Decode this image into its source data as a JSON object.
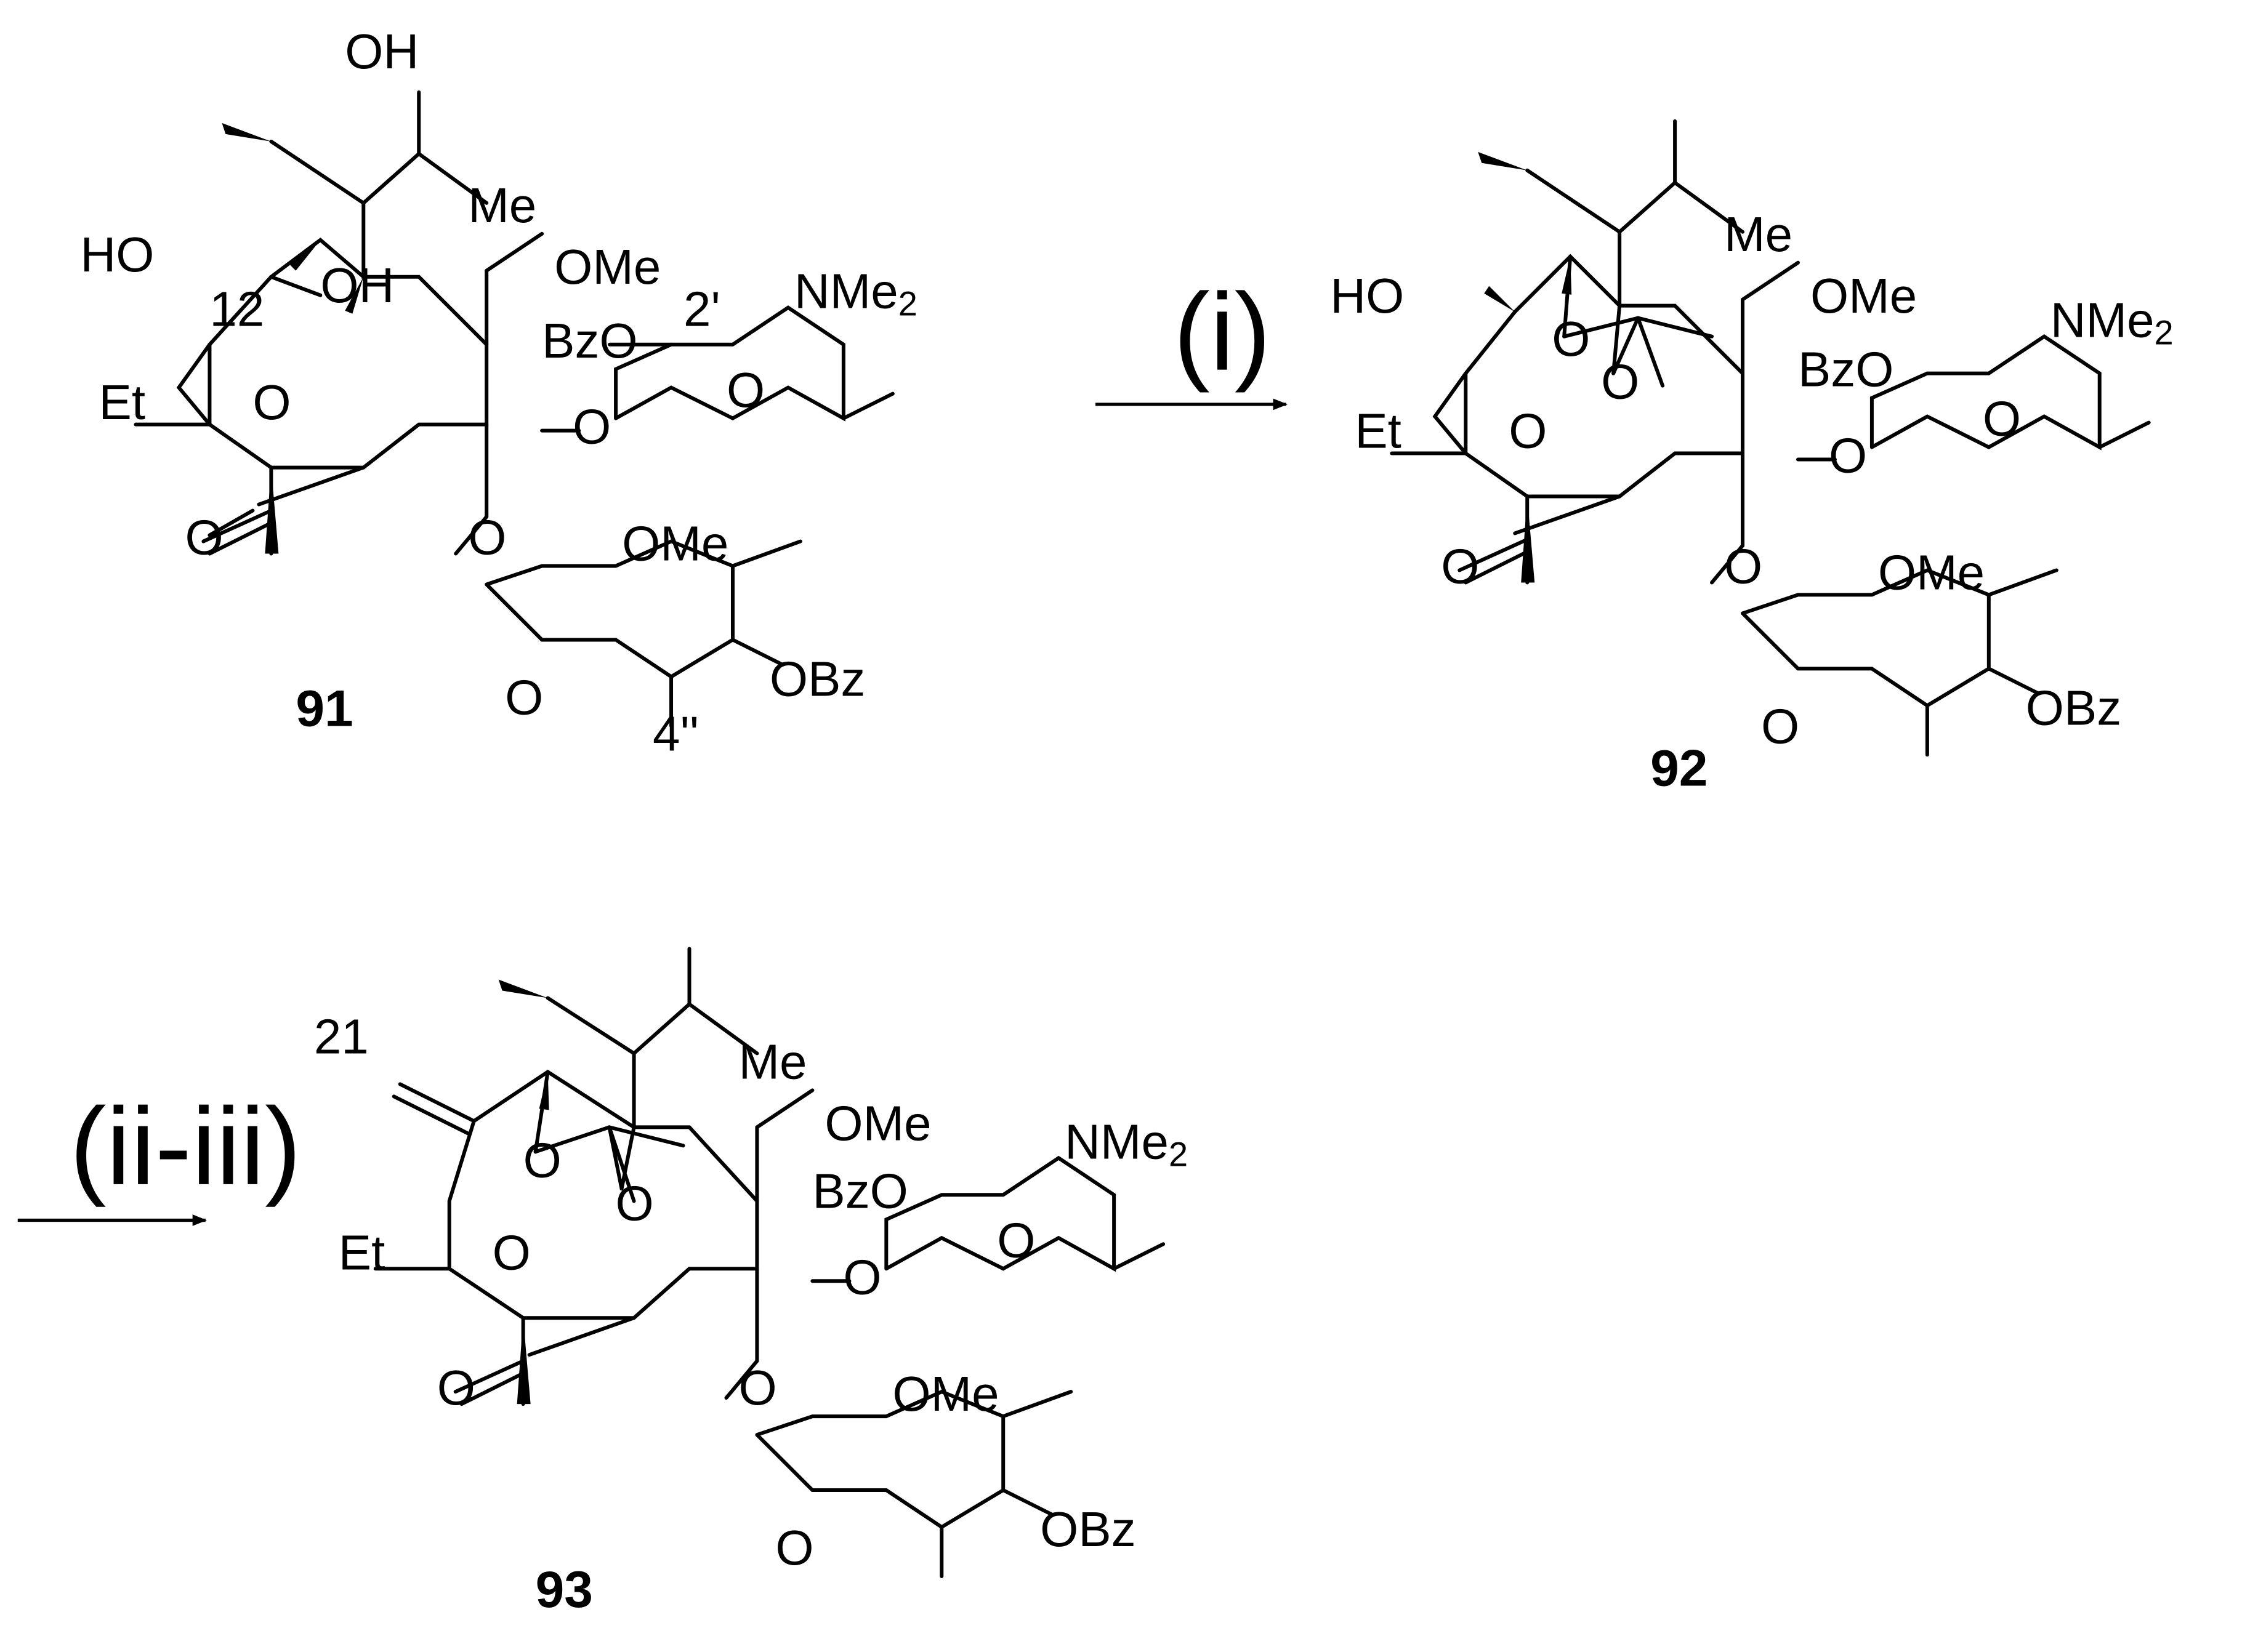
{
  "compounds": [
    {
      "id": "91",
      "label": "91",
      "atom_labels": [
        "OH",
        "HO",
        "OH",
        "Me",
        "OMe",
        "NMe2",
        "BzO",
        "O",
        "O",
        "O",
        "O",
        "O",
        "OMe",
        "OBz",
        "Et",
        "O"
      ],
      "locants": [
        "12",
        "2'",
        "4''"
      ]
    },
    {
      "id": "92",
      "label": "92",
      "atom_labels": [
        "HO",
        "O",
        "O",
        "Me",
        "OMe",
        "NMe2",
        "BzO",
        "O",
        "O",
        "O",
        "O",
        "O",
        "OMe",
        "OBz",
        "Et",
        "O"
      ],
      "locants": []
    },
    {
      "id": "93",
      "label": "93",
      "atom_labels": [
        "O",
        "O",
        "Me",
        "OMe",
        "NMe2",
        "BzO",
        "O",
        "O",
        "O",
        "O",
        "O",
        "OMe",
        "OBz",
        "Et",
        "O"
      ],
      "locants": [
        "21"
      ]
    }
  ],
  "reactions": [
    {
      "from": "91",
      "to": "92",
      "conditions": "(i)"
    },
    {
      "from": "92",
      "to": "93",
      "conditions": "(ii-iii)"
    }
  ],
  "colors": {
    "ink": "#000000",
    "background": "#ffffff"
  }
}
